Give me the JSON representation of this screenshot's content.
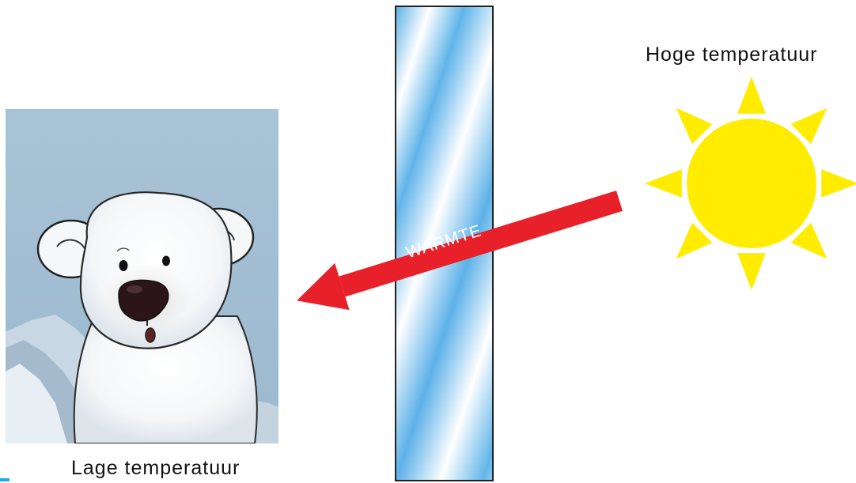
{
  "labels": {
    "hot": "Hoge temperatuur",
    "cold": "Lage temperatuur",
    "arrow": "WARMTE"
  },
  "colors": {
    "sun": "#ffec00",
    "arrow": "#e8202a",
    "arrow_text": "#ffffff",
    "glass_edge": "#222222",
    "glass_blue": "#5fb5ea",
    "sky": "#a8c4d8"
  },
  "icons": {
    "sun": "sun-icon",
    "bear": "polar-bear-illustration",
    "glass": "glass-panel",
    "arrow": "heat-arrow"
  }
}
